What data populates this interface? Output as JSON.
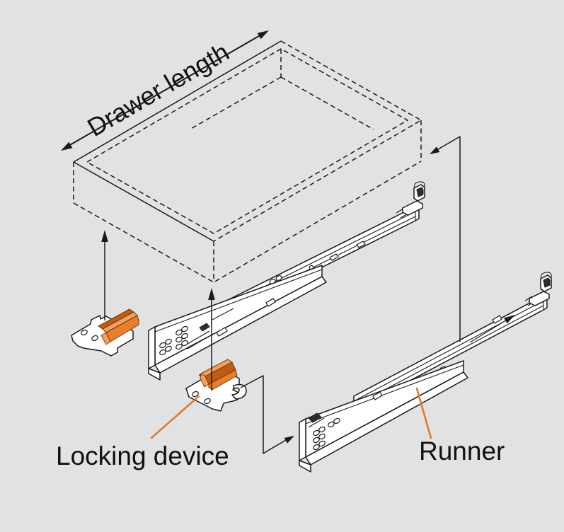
{
  "diagram": {
    "title": "Drawer runner assembly diagram",
    "background_color": "#e1e2e4",
    "line_color": "#1a1a1a",
    "accent_color": "#e87f2b",
    "accent_color_light": "#f2a05c",
    "accent_color_dark": "#bf5c13",
    "leader_line_color": "#e07b28",
    "labels": {
      "drawer_length": "Drawer length",
      "locking_device": "Locking device",
      "runner": "Runner"
    }
  }
}
